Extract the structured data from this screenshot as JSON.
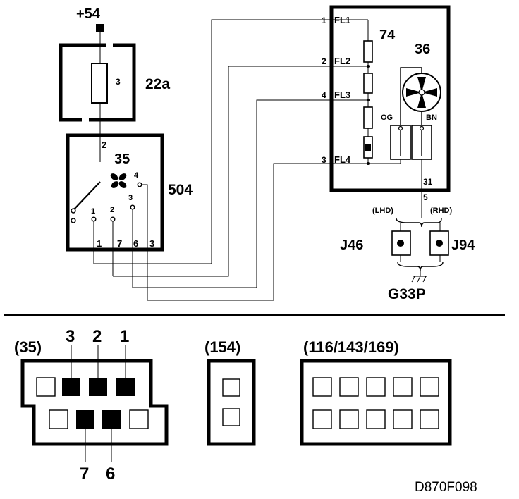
{
  "schematic": {
    "supply": {
      "label": "+54"
    },
    "fuse": {
      "ref": "22a",
      "pin": "3"
    },
    "switch": {
      "ref": "504",
      "component": "35",
      "pins": [
        "1",
        "2",
        "3",
        "4"
      ],
      "bottom_pins": [
        "1",
        "7",
        "6",
        "3"
      ],
      "top_pin": "2"
    },
    "fan_unit": {
      "ref": "74",
      "fan": "36",
      "pins": [
        "1",
        "2",
        "4",
        "3"
      ],
      "fls": [
        "FL1",
        "FL2",
        "FL3",
        "FL4"
      ],
      "wire_og": "OG",
      "wire_bn": "BN",
      "ground_pin": "31",
      "ground_wire": "5"
    },
    "ground": {
      "lhd": "(LHD)",
      "rhd": "(RHD)",
      "j_left": "J46",
      "j_right": "J94",
      "point": "G33P"
    }
  },
  "connectors": {
    "c35": {
      "title": "(35)",
      "top_numbers": [
        "3",
        "2",
        "1"
      ],
      "bottom_numbers": [
        "7",
        "6"
      ]
    },
    "c154": {
      "title": "(154)"
    },
    "c116": {
      "title": "(116/143/169)"
    }
  },
  "figure_id": "D870F098"
}
